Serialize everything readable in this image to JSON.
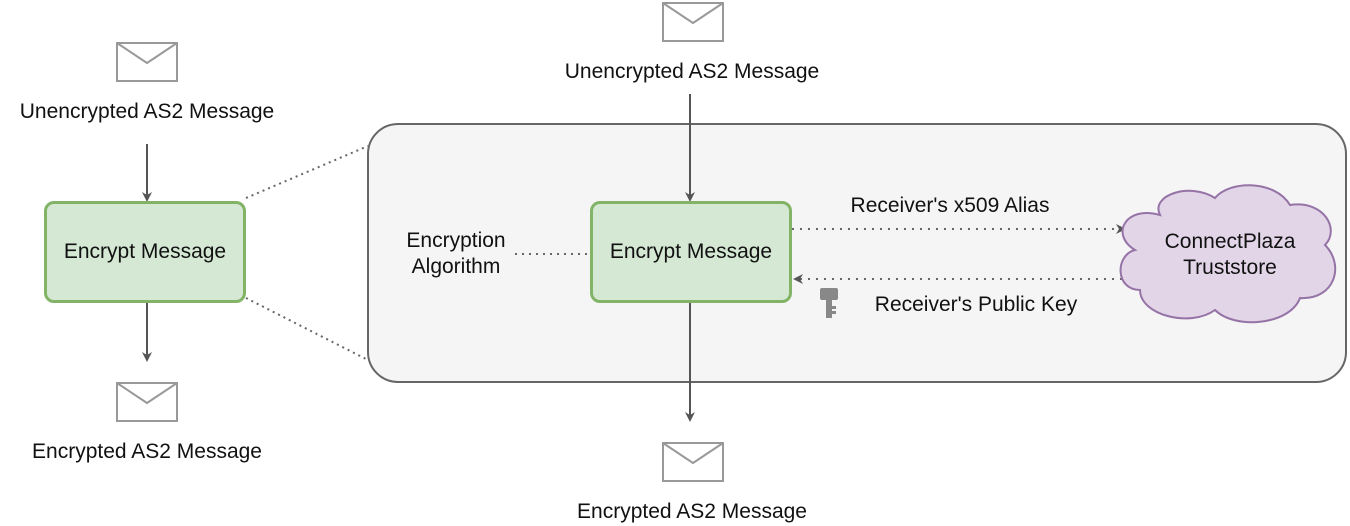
{
  "left": {
    "input_label": "Unencrypted AS2 Message",
    "process_label": "Encrypt Message",
    "output_label": "Encrypted AS2 Message"
  },
  "detail": {
    "input_label": "Unencrypted AS2 Message",
    "process_label": "Encrypt Message",
    "output_label": "Encrypted AS2 Message",
    "algorithm_label": "Encryption\nAlgorithm",
    "request_label": "Receiver's x509 Alias",
    "response_label": "Receiver's Public Key",
    "store_label": "ConnectPlaza\nTruststore"
  },
  "icons": {
    "message": "envelope-icon",
    "key": "key-icon"
  },
  "colors": {
    "process_fill": "#d5e8d4",
    "process_stroke": "#82b366",
    "store_fill": "#e1d5e7",
    "store_stroke": "#9673a6",
    "container_fill": "#f5f5f5",
    "container_stroke": "#666666"
  }
}
